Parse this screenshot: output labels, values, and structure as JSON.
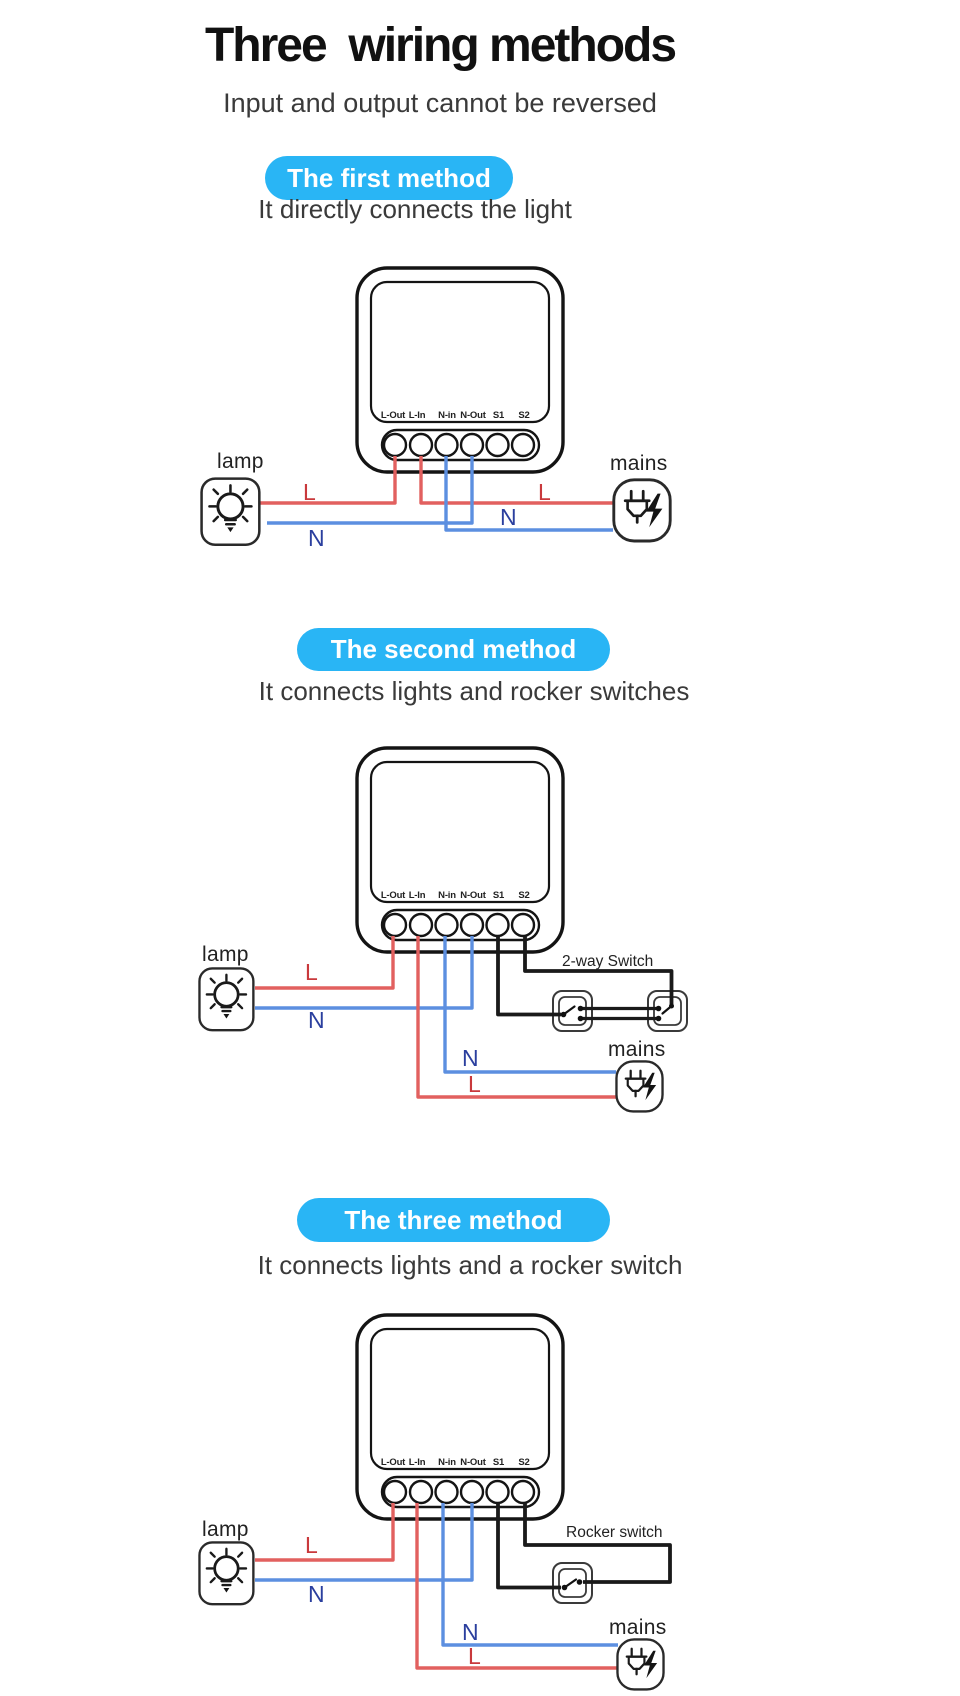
{
  "header": {
    "title": "Three  wiring methods",
    "subtitle": "Input and output cannot be reversed"
  },
  "sections": [
    {
      "badge": "The first method",
      "description": "It directly connects the light"
    },
    {
      "badge": "The second method",
      "description": "It connects lights and rocker switches"
    },
    {
      "badge": "The three method",
      "description": "It connects lights and a rocker switch"
    }
  ],
  "device": {
    "terminals": [
      "L-Out",
      "L-In",
      "N-in",
      "N-Out",
      "S1",
      "S2"
    ]
  },
  "labels": {
    "lamp": "lamp",
    "mains": "mains",
    "live": "L",
    "neutral": "N",
    "two_way_switch": "2-way Switch",
    "rocker_switch": "Rocker switch"
  },
  "colors": {
    "badge": "#29b5f5",
    "live_wire": "#e2605f",
    "neutral_wire": "#5c8fe0",
    "switch_wire": "#1a1a1a",
    "live_label": "#c9393c",
    "neutral_label": "#2b3f9e"
  }
}
